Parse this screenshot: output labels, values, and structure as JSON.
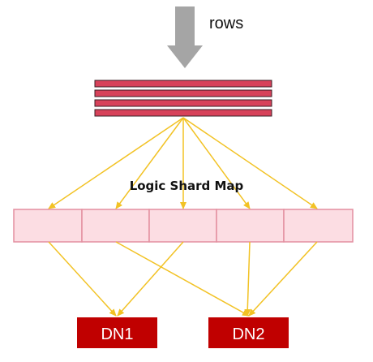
{
  "labels": {
    "rows": "rows",
    "shard_map_title": "Logic Shard Map"
  },
  "data_nodes": [
    {
      "label": "DN1"
    },
    {
      "label": "DN2"
    }
  ],
  "shard_count": 5,
  "row_stripe_count": 4,
  "mapping": {
    "rows_to_shards": [
      0,
      1,
      2,
      3,
      4
    ],
    "shards_to_nodes": [
      {
        "shard": 0,
        "node": 0
      },
      {
        "shard": 1,
        "node": 1
      },
      {
        "shard": 2,
        "node": 0
      },
      {
        "shard": 3,
        "node": 1
      },
      {
        "shard": 4,
        "node": 1
      }
    ]
  },
  "colors": {
    "arrow_gray": "#a5a5a5",
    "row_fill": "#d7425a",
    "row_stroke": "#3a1f25",
    "shard_fill": "#fcdde3",
    "shard_stroke": "#e38fa0",
    "connector": "#f2c224",
    "dn_fill": "#c00000"
  }
}
